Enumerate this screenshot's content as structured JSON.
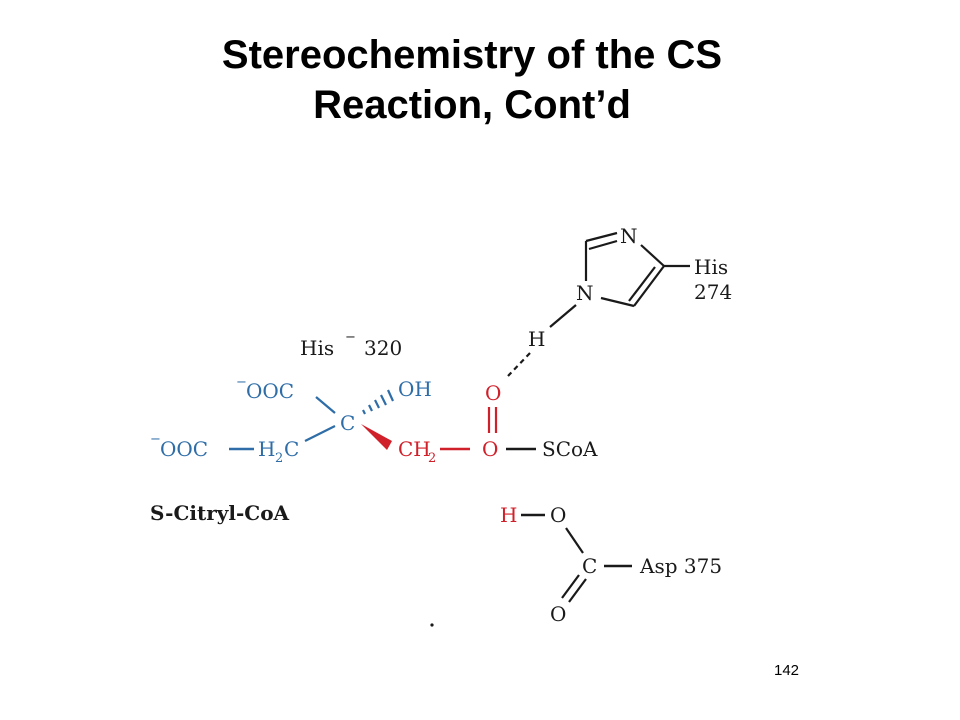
{
  "slide": {
    "title_line1": "Stereochemistry of the CS",
    "title_line2": "Reaction, Cont’d",
    "page_number": "142"
  },
  "diagram": {
    "compound_label": "S-Citryl-CoA",
    "his320_label": "His",
    "his320_charge": "−",
    "his320_number": "320",
    "his274_label": "His",
    "his274_number": "274",
    "asp375_label": "Asp 375",
    "atoms": {
      "coo_top": "OOC",
      "coo_top_charge": "−",
      "coo_left": "OOC",
      "coo_left_charge": "−",
      "h2c": "H",
      "h2c_sub": "2",
      "h2c_c": "C",
      "central_c": "C",
      "oh": "OH",
      "ch2": "CH",
      "ch2_sub": "2",
      "thioester_o": "O",
      "carbonyl_o": "O",
      "scoa": "SCoA",
      "h_bridge": "H",
      "ring_n_top": "N",
      "ring_n_bottom": "N",
      "asp_h": "H",
      "asp_o_top": "O",
      "asp_c": "C",
      "asp_o_bottom": "O"
    },
    "colors": {
      "blue": "#2e6da8",
      "red": "#d0202a",
      "black": "#1a1a1a"
    }
  }
}
